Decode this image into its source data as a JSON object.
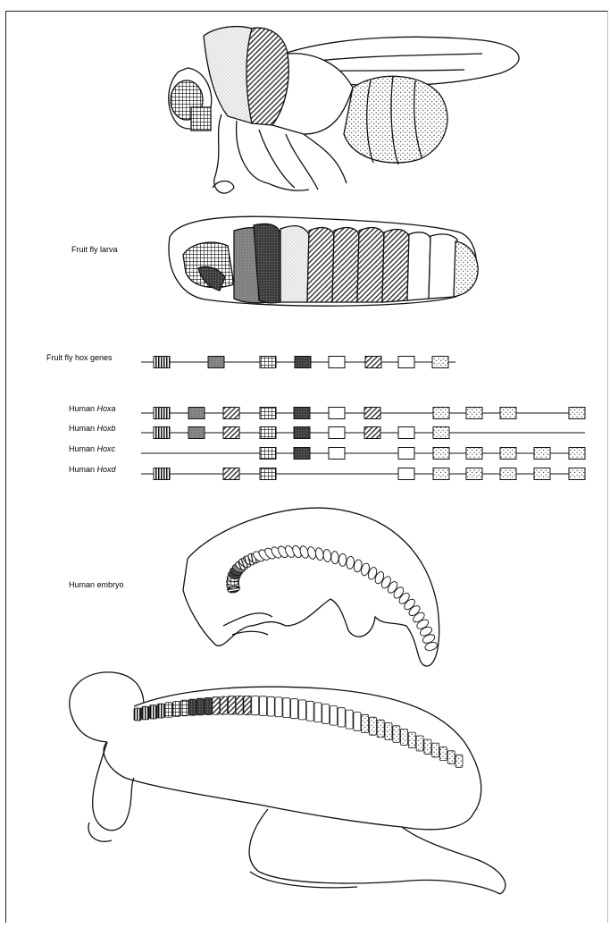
{
  "labels": {
    "larva": "Fruit fly larva",
    "fly_hox": "Fruit fly hox genes",
    "embryo": "Human embryo",
    "human_prefix": "Human",
    "hoxa": "Hoxa",
    "hoxb": "Hoxb",
    "hoxc": "Hoxc",
    "hoxd": "Hoxd"
  },
  "gene_rows": [
    {
      "name": "fly",
      "genes": [
        "vstripe",
        "gray",
        "grid",
        "dark",
        "blank",
        "diag",
        "blank",
        "dots"
      ]
    },
    {
      "name": "hoxa",
      "genes": [
        "vstripe",
        "gray",
        "diag",
        "grid",
        "dark",
        "blank",
        "diag",
        "",
        "dots",
        "dots",
        "dots",
        "",
        "dots"
      ]
    },
    {
      "name": "hoxb",
      "genes": [
        "vstripe",
        "gray",
        "diag",
        "grid",
        "dark",
        "blank",
        "diag",
        "blank",
        "dots",
        "",
        "",
        "",
        ""
      ]
    },
    {
      "name": "hoxc",
      "genes": [
        "",
        "",
        "",
        "grid",
        "dark",
        "blank",
        "",
        "blank",
        "dots",
        "dots",
        "dots",
        "dots",
        "dots"
      ]
    },
    {
      "name": "hoxd",
      "genes": [
        "vstripe",
        "",
        "diag",
        "grid",
        "",
        "",
        "",
        "blank",
        "dots",
        "dots",
        "dots",
        "dots",
        "dots"
      ]
    }
  ]
}
